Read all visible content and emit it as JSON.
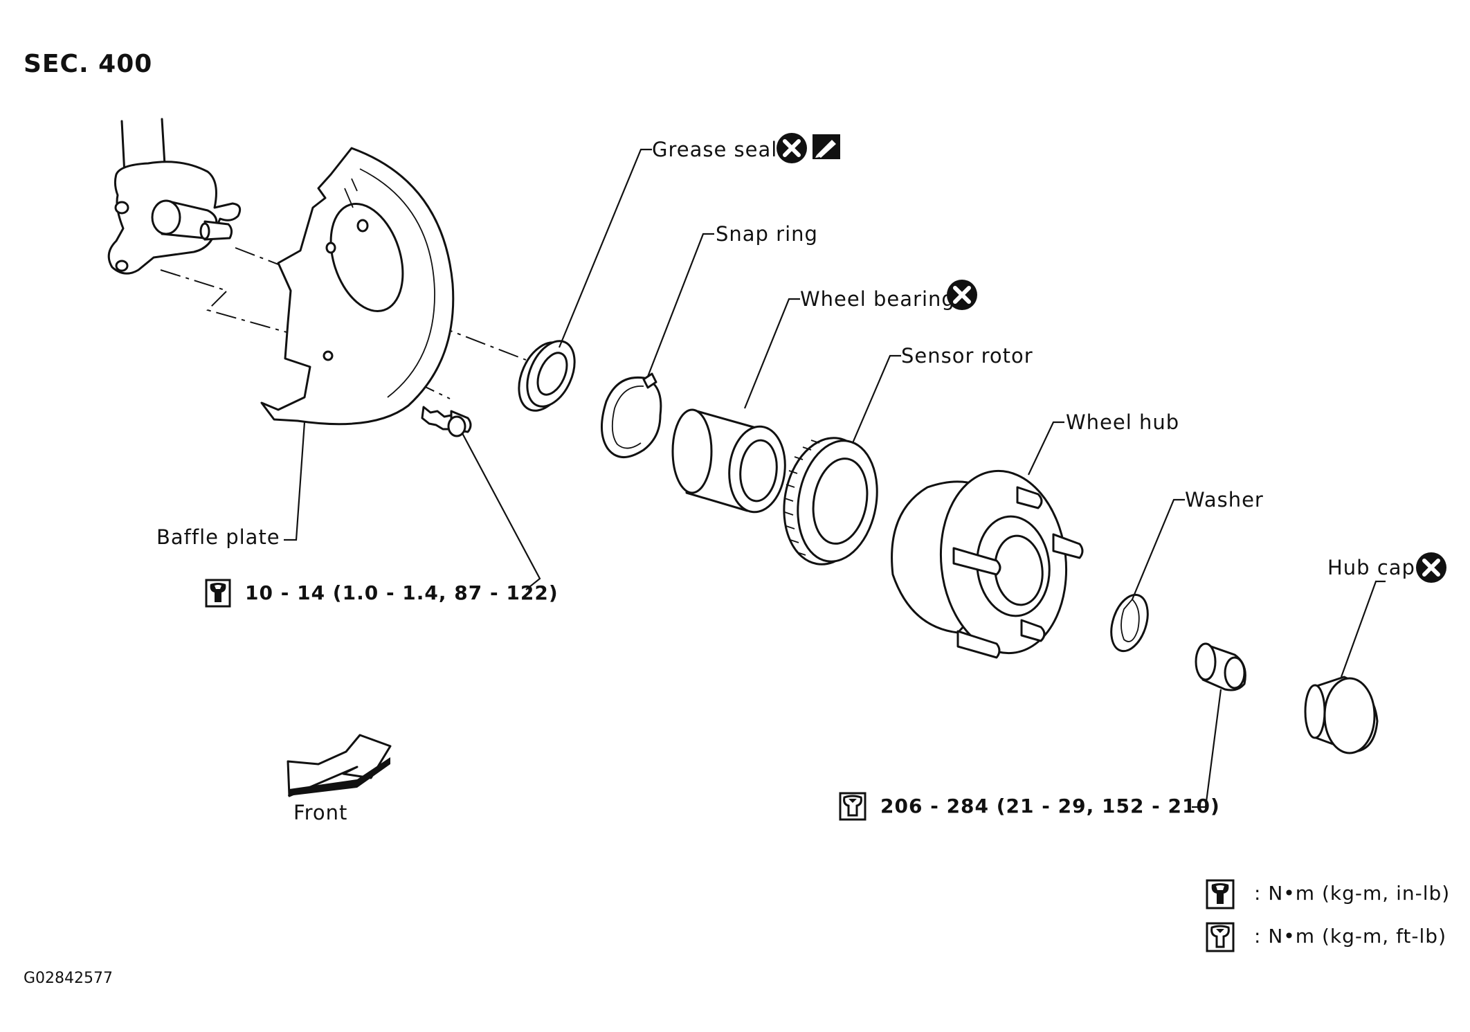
{
  "section_title": "SEC. 400",
  "figure_code": "G02842577",
  "parts": {
    "grease_seal": "Grease seal",
    "snap_ring": "Snap ring",
    "wheel_bearing": "Wheel bearing",
    "sensor_rotor": "Sensor rotor",
    "wheel_hub": "Wheel hub",
    "washer": "Washer",
    "hub_cap": "Hub cap",
    "baffle_plate": "Baffle plate"
  },
  "torque": {
    "baffle_bolt": "10 - 14 (1.0 - 1.4, 87 - 122)",
    "hub_nut": "206 - 284 (21 - 29, 152 - 210)"
  },
  "direction_label": "Front",
  "legend": {
    "in_lb": ": N•m (kg-m, in-lb)",
    "ft_lb": ": N•m (kg-m, ft-lb)"
  },
  "icons": {
    "replace": "x-circle-icon",
    "grease": "grease-apply-icon",
    "torque_in_lb": "torque-wrench-in-lb-icon",
    "torque_ft_lb": "torque-wrench-ft-lb-icon"
  }
}
